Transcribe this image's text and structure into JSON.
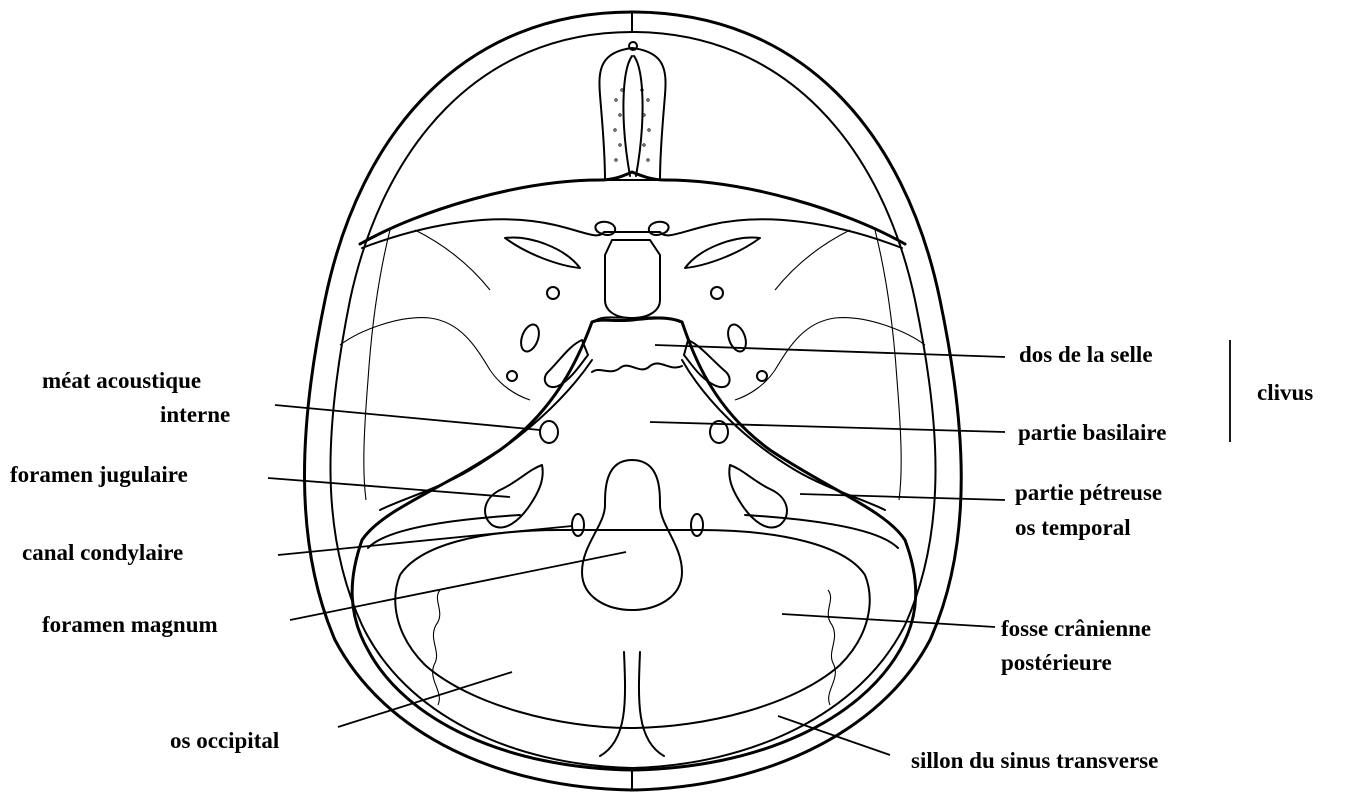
{
  "labels": {
    "dos_selle": "dos de la selle",
    "clivus": "clivus",
    "partie_basilaire": "partie basilaire",
    "meat_line1": "méat acoustique",
    "meat_line2": "interne",
    "foramen_jugulaire": "foramen jugulaire",
    "petreuse_line1": "partie pétreuse",
    "petreuse_line2": "os temporal",
    "canal_condylaire": "canal condylaire",
    "foramen_magnum": "foramen magnum",
    "fosse_line1": "fosse crânienne",
    "fosse_line2": "postérieure",
    "os_occipital": "os occipital",
    "sillon_sinus": "sillon du sinus transverse"
  },
  "colors": {
    "skull_fill": "#fdf5c1",
    "bone_fill": "#fcd08b",
    "foramen_fill": "#ffffff",
    "line": "#000000"
  }
}
